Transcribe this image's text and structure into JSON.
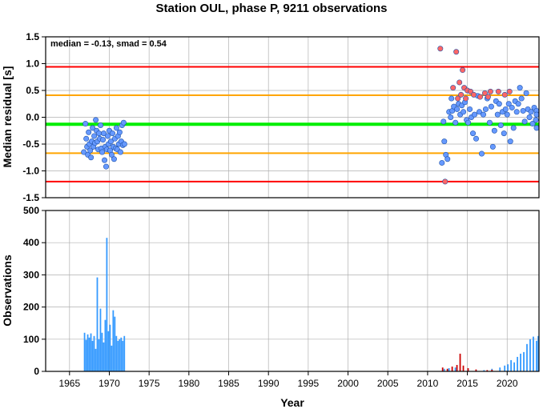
{
  "chart_data": [
    {
      "type": "scatter",
      "title": "Station OUL, phase P, 9211 observations",
      "annotation": "median = -0.13, smad = 0.54",
      "ylabel": "Median residual [s]",
      "xlim": [
        1962,
        2024
      ],
      "ylim": [
        -1.5,
        1.5
      ],
      "yticks": [
        "-1.5",
        "-1.0",
        "-0.5",
        "0.0",
        "0.5",
        "1.0",
        "1.5"
      ],
      "grid": true,
      "reference_lines": [
        {
          "y": 0.94,
          "color": "#ff0000"
        },
        {
          "y": 0.41,
          "color": "#ffa500"
        },
        {
          "y": -0.13,
          "color": "#00ee00"
        },
        {
          "y": -0.67,
          "color": "#ffa500"
        },
        {
          "y": -1.2,
          "color": "#ff0000"
        }
      ],
      "series": [
        {
          "color": "#6699ff",
          "points": [
            [
              1966.8,
              -0.65
            ],
            [
              1967.0,
              -0.12
            ],
            [
              1967.1,
              -0.4
            ],
            [
              1967.2,
              -0.55
            ],
            [
              1967.3,
              -0.7
            ],
            [
              1967.4,
              -0.28
            ],
            [
              1967.5,
              -0.5
            ],
            [
              1967.6,
              -0.62
            ],
            [
              1967.7,
              -0.75
            ],
            [
              1967.8,
              -0.45
            ],
            [
              1967.9,
              -0.2
            ],
            [
              1968.0,
              -0.55
            ],
            [
              1968.1,
              -0.35
            ],
            [
              1968.2,
              -0.48
            ],
            [
              1968.3,
              -0.05
            ],
            [
              1968.4,
              -0.25
            ],
            [
              1968.5,
              -0.45
            ],
            [
              1968.6,
              -0.6
            ],
            [
              1968.7,
              -0.3
            ],
            [
              1968.8,
              -0.4
            ],
            [
              1968.9,
              -0.15
            ],
            [
              1969.0,
              -0.58
            ],
            [
              1969.1,
              -0.65
            ],
            [
              1969.2,
              -0.42
            ],
            [
              1969.3,
              -0.3
            ],
            [
              1969.4,
              -0.8
            ],
            [
              1969.5,
              -0.55
            ],
            [
              1969.6,
              -0.92
            ],
            [
              1969.7,
              -0.6
            ],
            [
              1969.8,
              -0.35
            ],
            [
              1969.9,
              -0.5
            ],
            [
              1970.0,
              -0.25
            ],
            [
              1970.1,
              -0.62
            ],
            [
              1970.2,
              -0.45
            ],
            [
              1970.3,
              -0.7
            ],
            [
              1970.4,
              -0.3
            ],
            [
              1970.5,
              -0.55
            ],
            [
              1970.6,
              -0.78
            ],
            [
              1970.7,
              -0.4
            ],
            [
              1970.8,
              -0.58
            ],
            [
              1970.9,
              -0.2
            ],
            [
              1971.0,
              -0.6
            ],
            [
              1971.1,
              -0.35
            ],
            [
              1971.2,
              -0.5
            ],
            [
              1971.3,
              -0.28
            ],
            [
              1971.4,
              -0.65
            ],
            [
              1971.5,
              -0.45
            ],
            [
              1971.6,
              -0.15
            ],
            [
              1971.7,
              -0.52
            ],
            [
              1971.8,
              -0.1
            ],
            [
              1971.9,
              -0.5
            ],
            [
              2011.8,
              -0.85
            ],
            [
              2012.0,
              -0.08
            ],
            [
              2012.1,
              -0.45
            ],
            [
              2012.3,
              -0.7
            ],
            [
              2012.5,
              -0.78
            ],
            [
              2012.7,
              0.1
            ],
            [
              2012.9,
              0.0
            ],
            [
              2013.0,
              0.35
            ],
            [
              2013.1,
              0.12
            ],
            [
              2013.3,
              0.2
            ],
            [
              2013.5,
              -0.1
            ],
            [
              2013.7,
              0.15
            ],
            [
              2013.9,
              0.25
            ],
            [
              2014.1,
              0.05
            ],
            [
              2014.3,
              0.22
            ],
            [
              2014.5,
              0.1
            ],
            [
              2014.7,
              0.28
            ],
            [
              2014.9,
              -0.05
            ],
            [
              2015.1,
              -0.1
            ],
            [
              2015.3,
              0.15
            ],
            [
              2015.5,
              0.0
            ],
            [
              2015.7,
              -0.3
            ],
            [
              2015.9,
              0.05
            ],
            [
              2016.1,
              -0.4
            ],
            [
              2016.3,
              0.4
            ],
            [
              2016.5,
              0.1
            ],
            [
              2016.8,
              -0.68
            ],
            [
              2017.0,
              0.05
            ],
            [
              2017.3,
              0.15
            ],
            [
              2017.5,
              0.35
            ],
            [
              2017.8,
              -0.1
            ],
            [
              2018.0,
              0.2
            ],
            [
              2018.2,
              -0.55
            ],
            [
              2018.4,
              -0.25
            ],
            [
              2018.6,
              0.3
            ],
            [
              2018.8,
              0.05
            ],
            [
              2019.0,
              0.25
            ],
            [
              2019.2,
              -0.15
            ],
            [
              2019.4,
              0.1
            ],
            [
              2019.6,
              -0.3
            ],
            [
              2019.8,
              0.15
            ],
            [
              2020.0,
              0.05
            ],
            [
              2020.2,
              0.25
            ],
            [
              2020.4,
              -0.45
            ],
            [
              2020.6,
              0.18
            ],
            [
              2020.8,
              -0.2
            ],
            [
              2021.0,
              0.3
            ],
            [
              2021.2,
              0.1
            ],
            [
              2021.4,
              0.25
            ],
            [
              2021.6,
              0.55
            ],
            [
              2021.8,
              0.35
            ],
            [
              2022.0,
              0.12
            ],
            [
              2022.2,
              -0.08
            ],
            [
              2022.4,
              0.45
            ],
            [
              2022.6,
              0.15
            ],
            [
              2022.8,
              0.0
            ],
            [
              2023.0,
              0.1
            ],
            [
              2023.2,
              -0.12
            ],
            [
              2023.4,
              0.18
            ],
            [
              2023.6,
              -0.05
            ],
            [
              2023.8,
              0.12
            ],
            [
              2023.9,
              -0.2
            ],
            [
              2024.0,
              0.05
            ]
          ]
        },
        {
          "color": "#ff6666",
          "points": [
            [
              2011.6,
              1.28
            ],
            [
              2012.2,
              -1.2
            ],
            [
              2013.2,
              0.55
            ],
            [
              2013.6,
              1.22
            ],
            [
              2013.8,
              0.35
            ],
            [
              2014.0,
              0.65
            ],
            [
              2014.2,
              0.42
            ],
            [
              2014.4,
              0.88
            ],
            [
              2014.6,
              0.55
            ],
            [
              2014.8,
              0.35
            ],
            [
              2015.0,
              0.5
            ],
            [
              2015.4,
              0.48
            ],
            [
              2015.8,
              0.42
            ],
            [
              2016.6,
              0.38
            ],
            [
              2017.2,
              0.45
            ],
            [
              2017.6,
              0.38
            ],
            [
              2017.9,
              0.48
            ],
            [
              2018.9,
              0.48
            ],
            [
              2019.7,
              0.42
            ],
            [
              2020.3,
              0.48
            ]
          ]
        }
      ]
    },
    {
      "type": "bar",
      "ylabel": "Observations",
      "xlabel": "Year",
      "xlim": [
        1962,
        2024
      ],
      "ylim": [
        0,
        500
      ],
      "yticks": [
        "0",
        "100",
        "200",
        "300",
        "400",
        "500"
      ],
      "xticks": [
        "1965",
        "1970",
        "1975",
        "1980",
        "1985",
        "1990",
        "1995",
        "2000",
        "2005",
        "2010",
        "2015",
        "2020"
      ],
      "grid": true,
      "series": [
        {
          "color": "#3399ff",
          "bins": [
            [
              1966.8,
              120
            ],
            [
              1967.0,
              98
            ],
            [
              1967.2,
              115
            ],
            [
              1967.4,
              105
            ],
            [
              1967.6,
              118
            ],
            [
              1967.8,
              95
            ],
            [
              1968.0,
              110
            ],
            [
              1968.2,
              70
            ],
            [
              1968.4,
              292
            ],
            [
              1968.6,
              100
            ],
            [
              1968.8,
              195
            ],
            [
              1969.0,
              120
            ],
            [
              1969.2,
              90
            ],
            [
              1969.4,
              160
            ],
            [
              1969.6,
              415
            ],
            [
              1969.8,
              125
            ],
            [
              1970.0,
              145
            ],
            [
              1970.2,
              80
            ],
            [
              1970.4,
              190
            ],
            [
              1970.6,
              170
            ],
            [
              1970.8,
              110
            ],
            [
              1971.0,
              95
            ],
            [
              1971.2,
              100
            ],
            [
              1971.4,
              105
            ],
            [
              1971.6,
              95
            ],
            [
              1971.8,
              110
            ],
            [
              2012.0,
              8
            ],
            [
              2012.6,
              10
            ],
            [
              2013.4,
              12
            ],
            [
              2014.0,
              6
            ],
            [
              2015.0,
              8
            ],
            [
              2016.0,
              5
            ],
            [
              2017.0,
              4
            ],
            [
              2018.0,
              8
            ],
            [
              2019.0,
              12
            ],
            [
              2019.6,
              18
            ],
            [
              2020.0,
              22
            ],
            [
              2020.4,
              35
            ],
            [
              2020.8,
              28
            ],
            [
              2021.2,
              45
            ],
            [
              2021.6,
              55
            ],
            [
              2022.0,
              60
            ],
            [
              2022.4,
              85
            ],
            [
              2022.8,
              100
            ],
            [
              2023.2,
              108
            ],
            [
              2023.6,
              95
            ],
            [
              2024.0,
              110
            ]
          ]
        },
        {
          "color": "#cc0000",
          "bins": [
            [
              2011.8,
              12
            ],
            [
              2012.4,
              8
            ],
            [
              2013.0,
              15
            ],
            [
              2013.6,
              20
            ],
            [
              2014.0,
              55
            ],
            [
              2014.4,
              18
            ],
            [
              2015.0,
              10
            ],
            [
              2016.0,
              6
            ],
            [
              2017.4,
              4
            ],
            [
              2018.0,
              5
            ]
          ]
        }
      ]
    }
  ]
}
